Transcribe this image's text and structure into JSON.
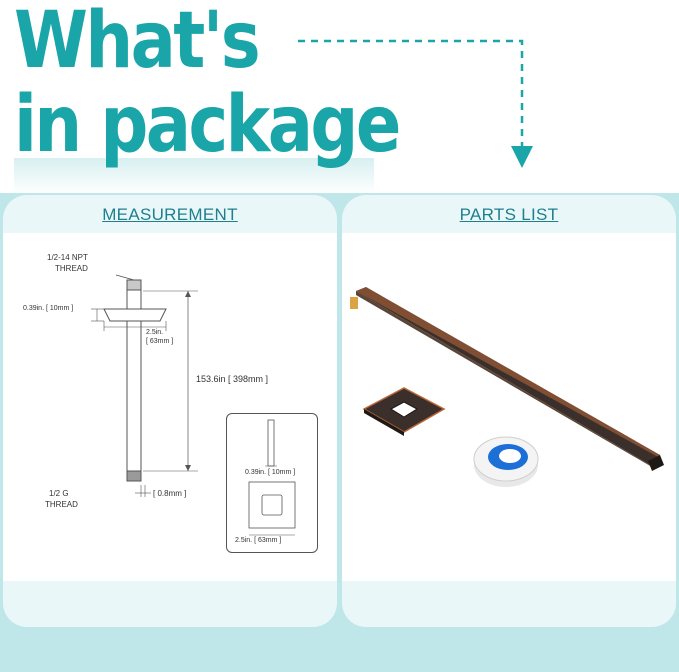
{
  "hero": {
    "line1": "What's",
    "line2": "in package",
    "accent_color": "#1aa5a9"
  },
  "measurement": {
    "title": "MEASUREMENT",
    "npt_label_1": "1/2-14 NPT",
    "npt_label_2": "THREAD",
    "g_label_1": "1/2 G",
    "g_label_2": "THREAD",
    "flange_thickness_label": "0.39in. [ 10mm ]",
    "flange_width_label_1": "2.5in.",
    "flange_width_label_2": "[ 63mm ]",
    "length_label": "153.6in [ 398mm ]",
    "wall_label": "[ 0.8mm ]",
    "detail_thickness_label": "0.39in. [ 10mm ]",
    "detail_width_label": "2.5in. [ 63mm ]"
  },
  "parts": {
    "title": "PARTS LIST",
    "items": [
      "shower-arm",
      "square-flange",
      "ptfe-tape"
    ]
  },
  "colors": {
    "panel_bg": "#eaf7f8",
    "band_bg": "#bfe6e8",
    "title_text": "#1e7f8f",
    "bronze": "#3a2f2a",
    "copper_edge": "#b8673a",
    "brass": "#d9a441",
    "tape_blue": "#1d6fd8"
  }
}
